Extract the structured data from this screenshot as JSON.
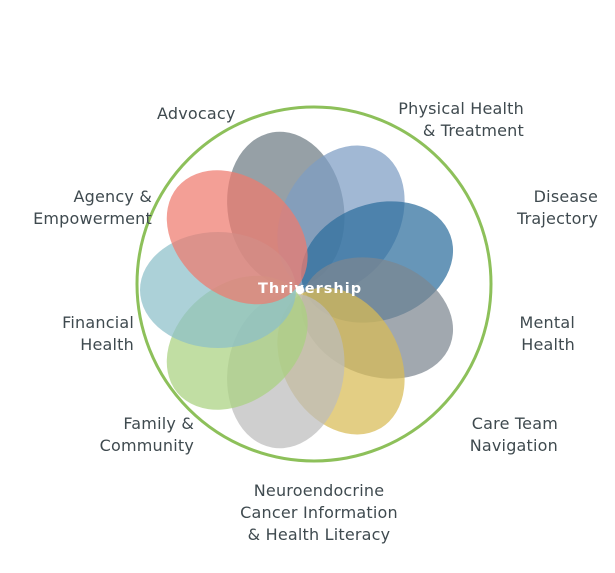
{
  "center": {
    "label": "Thrivership"
  },
  "ring_color": "#8dc05a",
  "petals": [
    {
      "id": "advocacy",
      "color": "#6e7c84",
      "label_lines": [
        "Advocacy"
      ]
    },
    {
      "id": "physical-health",
      "color": "#7d9cc4",
      "label_lines": [
        "Physical Health",
        "& Treatment"
      ]
    },
    {
      "id": "disease-trajectory",
      "color": "#2c6e9d",
      "label_lines": [
        "Disease",
        "Trajectory"
      ]
    },
    {
      "id": "mental-health",
      "color": "#7d8790",
      "label_lines": [
        "Mental",
        "Health"
      ]
    },
    {
      "id": "care-team",
      "color": "#d8bb55",
      "label_lines": [
        "Care Team",
        "Navigation"
      ]
    },
    {
      "id": "neuroendocrine",
      "color": "#bdbdbd",
      "label_lines": [
        "Neuroendocrine",
        "Cancer Information",
        "& Health Literacy"
      ]
    },
    {
      "id": "family",
      "color": "#a9d180",
      "label_lines": [
        "Family &",
        "Community"
      ]
    },
    {
      "id": "financial",
      "color": "#8cbfc9",
      "label_lines": [
        "Financial",
        "Health"
      ]
    },
    {
      "id": "agency",
      "color": "#ee7a6d",
      "label_lines": [
        "Agency &",
        "Empowerment"
      ]
    }
  ]
}
